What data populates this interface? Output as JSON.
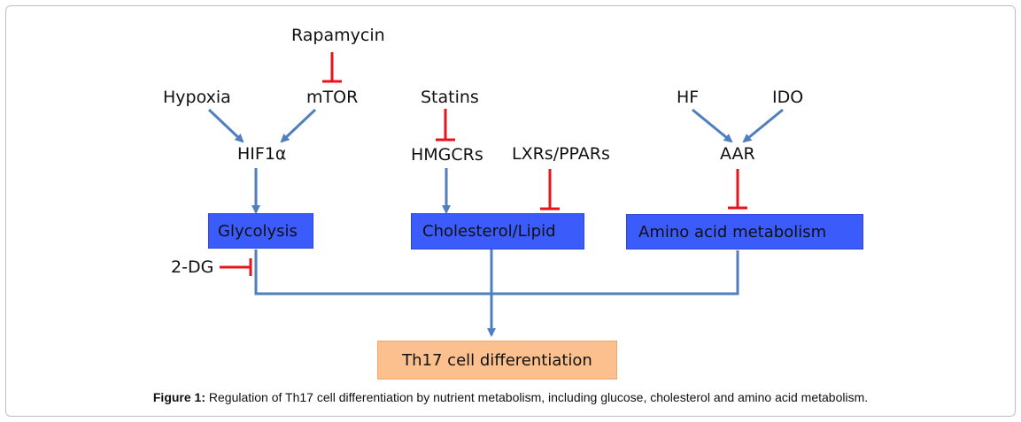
{
  "labels": {
    "rapamycin": "Rapamycin",
    "hypoxia": "Hypoxia",
    "mtor": "mTOR",
    "hif1a": "HIF1α",
    "statins": "Statins",
    "hmgcrs": "HMGCRs",
    "lxrs_ppars": "LXRs/PPARs",
    "hf": "HF",
    "ido": "IDO",
    "aar": "AAR",
    "two_dg": "2-DG"
  },
  "boxes": {
    "glycolysis": "Glycolysis",
    "cholesterol_lipid": "Cholesterol/Lipid",
    "amino_acid": "Amino acid metabolism",
    "th17": "Th17 cell differentiation"
  },
  "caption": {
    "prefix": "Figure 1:",
    "text": " Regulation of Th17 cell differentiation by nutrient metabolism, including glucose, cholesterol and amino acid metabolism."
  },
  "colors": {
    "activation_arrow": "#4f7fbf",
    "inhibition": "#e8141c",
    "pathway_box": "#3b5bfa",
    "outcome_box": "#fbc08e"
  }
}
